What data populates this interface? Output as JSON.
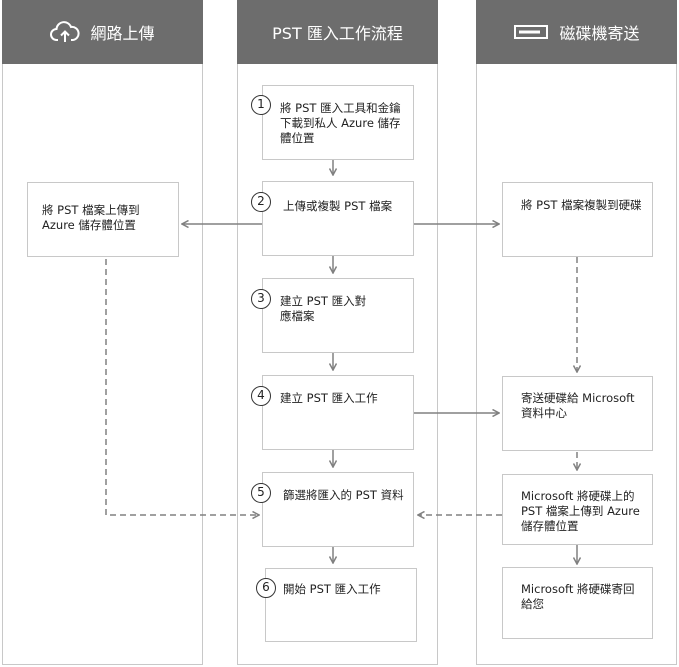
{
  "columns": {
    "network": {
      "title": "網路上傳",
      "icon": "cloud-upload-icon"
    },
    "workflow": {
      "title": "PST 匯入工作流程"
    },
    "drive": {
      "title": "磁碟機寄送",
      "icon": "hard-drive-icon"
    }
  },
  "steps": [
    {
      "num": "1",
      "text": "將 PST 匯入工具和金鑰下載到私人 Azure 儲存體位置"
    },
    {
      "num": "2",
      "text": "上傳或複製 PST 檔案"
    },
    {
      "num": "3",
      "text": "建立 PST 匯入對應檔案"
    },
    {
      "num": "4",
      "text": "建立 PST 匯入工作"
    },
    {
      "num": "5",
      "text": "篩選將匯入的 PST 資料"
    },
    {
      "num": "6",
      "text": "開始 PST 匯入工作"
    }
  ],
  "network_boxes": [
    {
      "text": "將 PST 檔案上傳到 Azure 儲存體位置"
    }
  ],
  "drive_boxes": [
    {
      "text": "將 PST 檔案複製到硬碟"
    },
    {
      "text": "寄送硬碟給 Microsoft 資料中心"
    },
    {
      "text": "Microsoft 將硬碟上的 PST 檔案上傳到 Azure 儲存體位置"
    },
    {
      "text": "Microsoft 將硬碟寄回給您"
    }
  ],
  "colors": {
    "header_bg": "#6d6d6d",
    "header_text": "#ffffff",
    "border": "#c8c8c8",
    "arrow": "#808080"
  }
}
